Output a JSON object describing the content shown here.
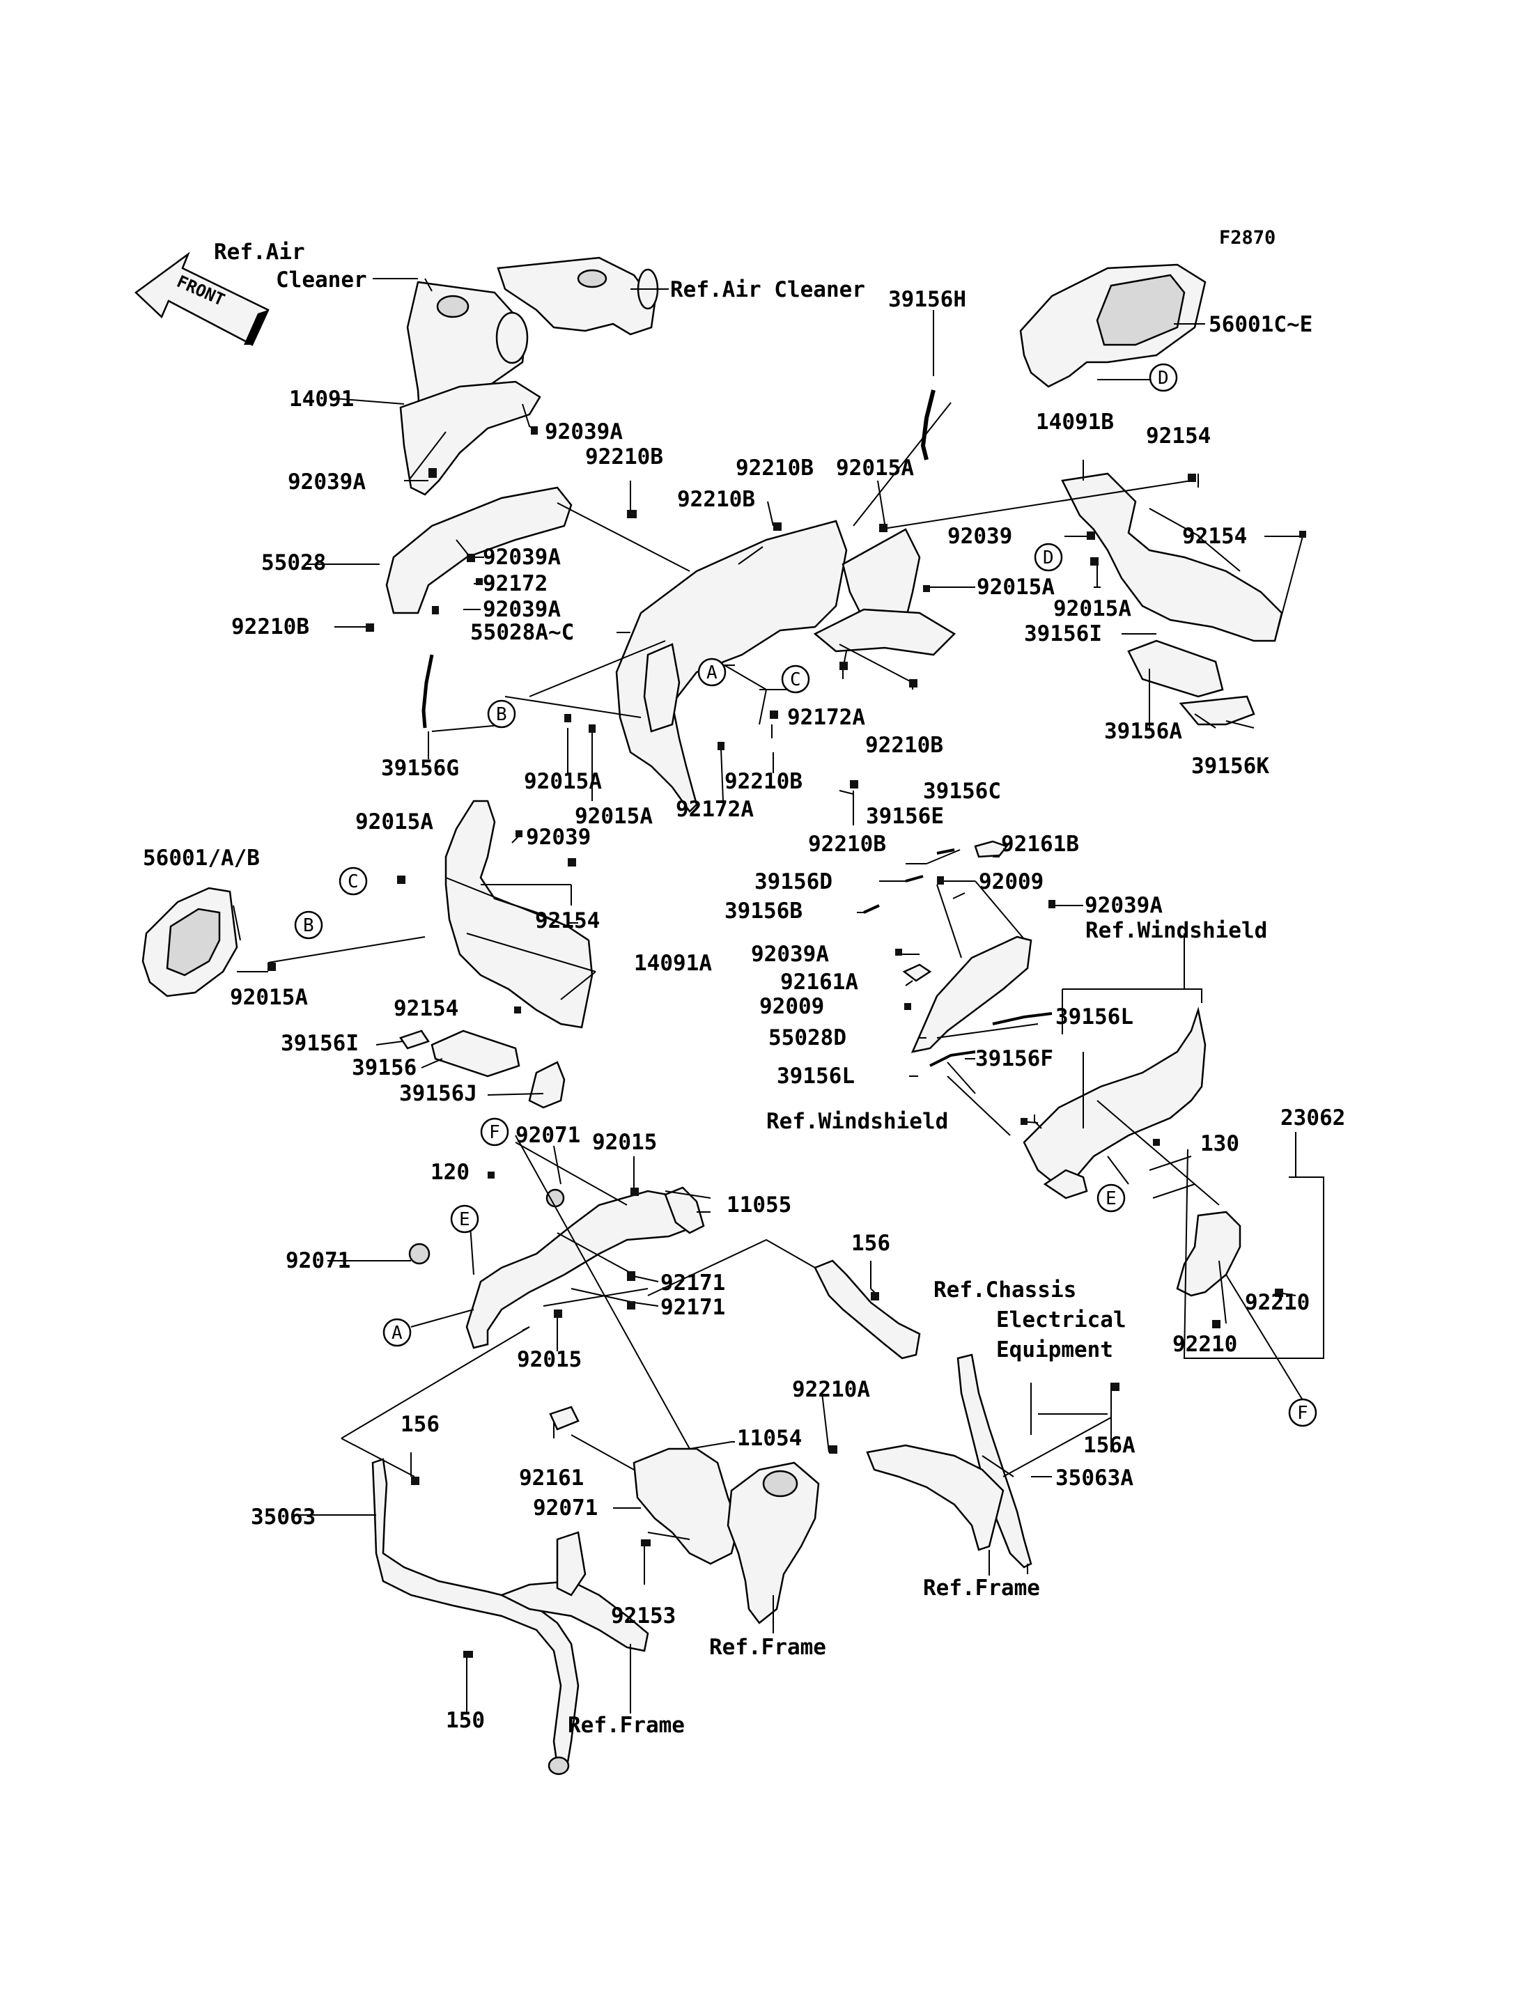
{
  "figure_code": "F2870",
  "front_arrow": "FRONT",
  "refs": {
    "air_cleaner_left_1": "Ref.Air",
    "air_cleaner_left_2": "Cleaner",
    "air_cleaner_right": "Ref.Air Cleaner",
    "windshield_top": "Ref.Windshield",
    "windshield_mid": "Ref.Windshield",
    "chassis_1": "Ref.Chassis",
    "chassis_2": "Electrical",
    "chassis_3": "Equipment",
    "frame_1": "Ref.Frame",
    "frame_2": "Ref.Frame",
    "frame_3": "Ref.Frame"
  },
  "parts": {
    "p56001CE": "56001C~E",
    "p39156H": "39156H",
    "p14091": "14091",
    "p92039A_1": "92039A",
    "p92210B_1": "92210B",
    "p92039A_2": "92039A",
    "p92210B_2": "92210B",
    "p92015A_1": "92015A",
    "p14091B": "14091B",
    "p92154_1": "92154",
    "p92210B_3": "92210B",
    "p92039": "92039",
    "p92154_2": "92154",
    "p55028": "55028",
    "p92039A_3": "92039A",
    "p92172": "92172",
    "p92039A_4": "92039A",
    "p92015A_2": "92015A",
    "p92015A_3": "92015A",
    "p92210B_4": "92210B",
    "p55028AC": "55028A~C",
    "p39156I_1": "39156I",
    "p92172A_1": "92172A",
    "p92210B_5": "92210B",
    "p39156A": "39156A",
    "p39156K": "39156K",
    "p39156G": "39156G",
    "p92015A_4": "92015A",
    "p92015A_5": "92015A",
    "p92172A_2": "92172A",
    "p92210B_6": "92210B",
    "p39156C": "39156C",
    "p92015A_6": "92015A",
    "p92039_2": "92039",
    "p92210B_7": "92210B",
    "p39156E": "39156E",
    "p92161B": "92161B",
    "p56001AB": "56001/A/B",
    "p39156D": "39156D",
    "p92009_1": "92009",
    "p39156B": "39156B",
    "p92039A_5": "92039A",
    "p92154_3": "92154",
    "p14091A": "14091A",
    "p92039A_6": "92039A",
    "p92015A_7": "92015A",
    "p92161A": "92161A",
    "p92009_2": "92009",
    "p92154_4": "92154",
    "p39156L_1": "39156L",
    "p55028D": "55028D",
    "p39156F": "39156F",
    "p39156I_2": "39156I",
    "p39156": "39156",
    "p39156L_2": "39156L",
    "p39156J": "39156J",
    "p92071_1": "92071",
    "p92015_1": "92015",
    "p23062": "23062",
    "p120": "120",
    "p130": "130",
    "p11055": "11055",
    "p156_1": "156",
    "p92071_2": "92071",
    "p92171_1": "92171",
    "p92171_2": "92171",
    "p92210_1": "92210",
    "p92015_2": "92015",
    "p92210_2": "92210",
    "p92210A": "92210A",
    "p156_2": "156",
    "p11054": "11054",
    "p156A": "156A",
    "p92161": "92161",
    "p35063A": "35063A",
    "p92071_3": "92071",
    "p35063": "35063",
    "p92153": "92153",
    "p150": "150"
  },
  "callouts": {
    "A1": "A",
    "A2": "A",
    "B1": "B",
    "B2": "B",
    "C1": "C",
    "C2": "C",
    "D1": "D",
    "D2": "D",
    "E1": "E",
    "E2": "E",
    "F1": "F",
    "F2": "F"
  }
}
